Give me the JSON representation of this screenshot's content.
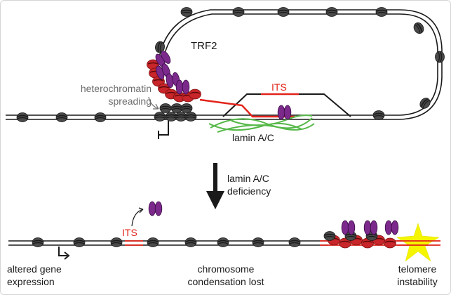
{
  "colors": {
    "chromatin_line": "#1a1a1a",
    "nucleosome": "#4a4a4a",
    "telomere": "#e2231a",
    "trf2": "#7b2a8c",
    "lamin": "#55b848",
    "star": "#f5f500",
    "heterochromatin_text": "#6b6b6b"
  },
  "icons": {
    "nucleosome": "nucleosome-icon",
    "trf2": "trf2-dimer-icon",
    "star": "instability-star-icon",
    "arrow": "down-arrow-icon"
  },
  "labels": {
    "trf2": "TRF2",
    "heterochromatin_line1": "heterochromatin",
    "heterochromatin_line2": "spreading",
    "its_top": "ITS",
    "lamin": "lamin A/C",
    "deficiency_line1": "lamin A/C",
    "deficiency_line2": "deficiency",
    "its_bottom": "ITS",
    "altered_line1": "altered gene",
    "altered_line2": "expression",
    "condensation_line1": "chromosome",
    "condensation_line2": "condensation lost",
    "telomere_line1": "telomere",
    "telomere_line2": "instability"
  }
}
